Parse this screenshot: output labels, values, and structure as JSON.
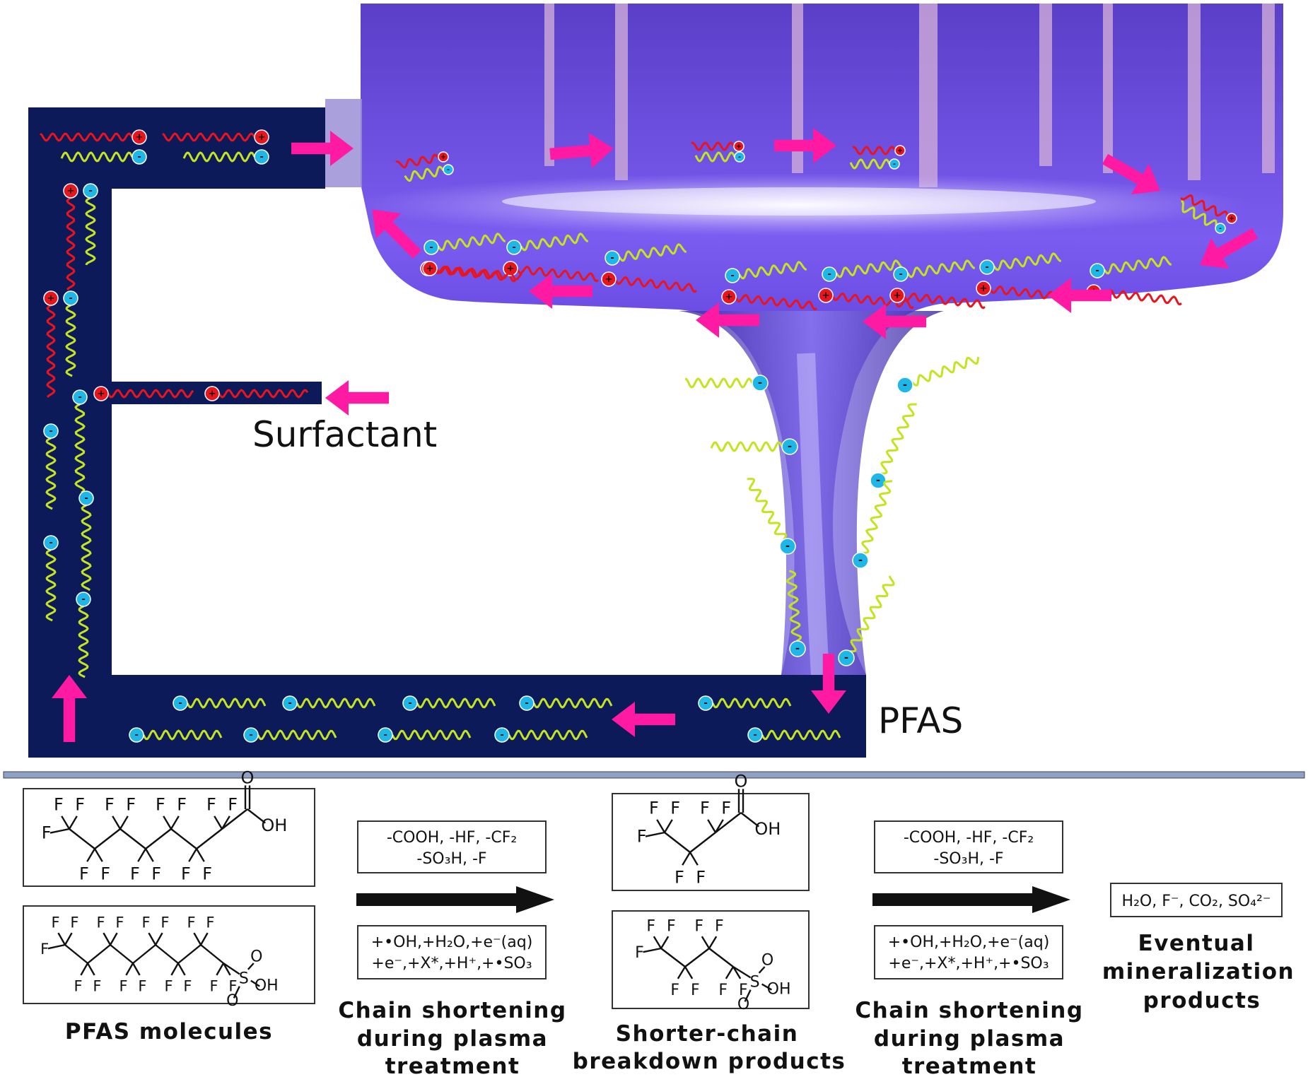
{
  "diagram": {
    "labels": {
      "surfactant": "Surfactant",
      "pfas": "PFAS"
    },
    "colors": {
      "pipe": "#0c1a5a",
      "arrow": "#ff1aa3",
      "cation_chain": "#e8141e",
      "anion_chain": "#c4e321",
      "cation_head": "#e8141e",
      "anion_head": "#1fb7e8",
      "plasma_glow": "#6b3df0",
      "divider": "#8ea0c4"
    },
    "charges": {
      "plus": "+",
      "minus": "-"
    }
  },
  "pathway": {
    "stage1": {
      "caption": "PFAS molecules",
      "atoms": {
        "F": "F",
        "O": "O",
        "OH": "OH",
        "S": "S"
      }
    },
    "step1": {
      "removed_line1": "-COOH, -HF, -CF₂",
      "removed_line2": "-SO₃H, -F",
      "reagents_line1": "+•OH,+H₂O,+e⁻(aq)",
      "reagents_line2": "+e⁻,+X*,+H⁺,+•SO₃",
      "caption_lines": [
        "Chain shortening",
        "during plasma",
        "treatment"
      ]
    },
    "stage2": {
      "caption_lines": [
        "Shorter-chain",
        "breakdown products"
      ]
    },
    "step2": {
      "removed_line1": "-COOH, -HF, -CF₂",
      "removed_line2": "-SO₃H, -F",
      "reagents_line1": "+•OH,+H₂O,+e⁻(aq)",
      "reagents_line2": "+e⁻,+X*,+H⁺,+•SO₃",
      "caption_lines": [
        "Chain shortening",
        "during plasma",
        "treatment"
      ]
    },
    "stage3": {
      "products": "H₂O, F⁻, CO₂, SO₄²⁻",
      "caption_lines": [
        "Eventual",
        "mineralization",
        "products"
      ]
    }
  }
}
